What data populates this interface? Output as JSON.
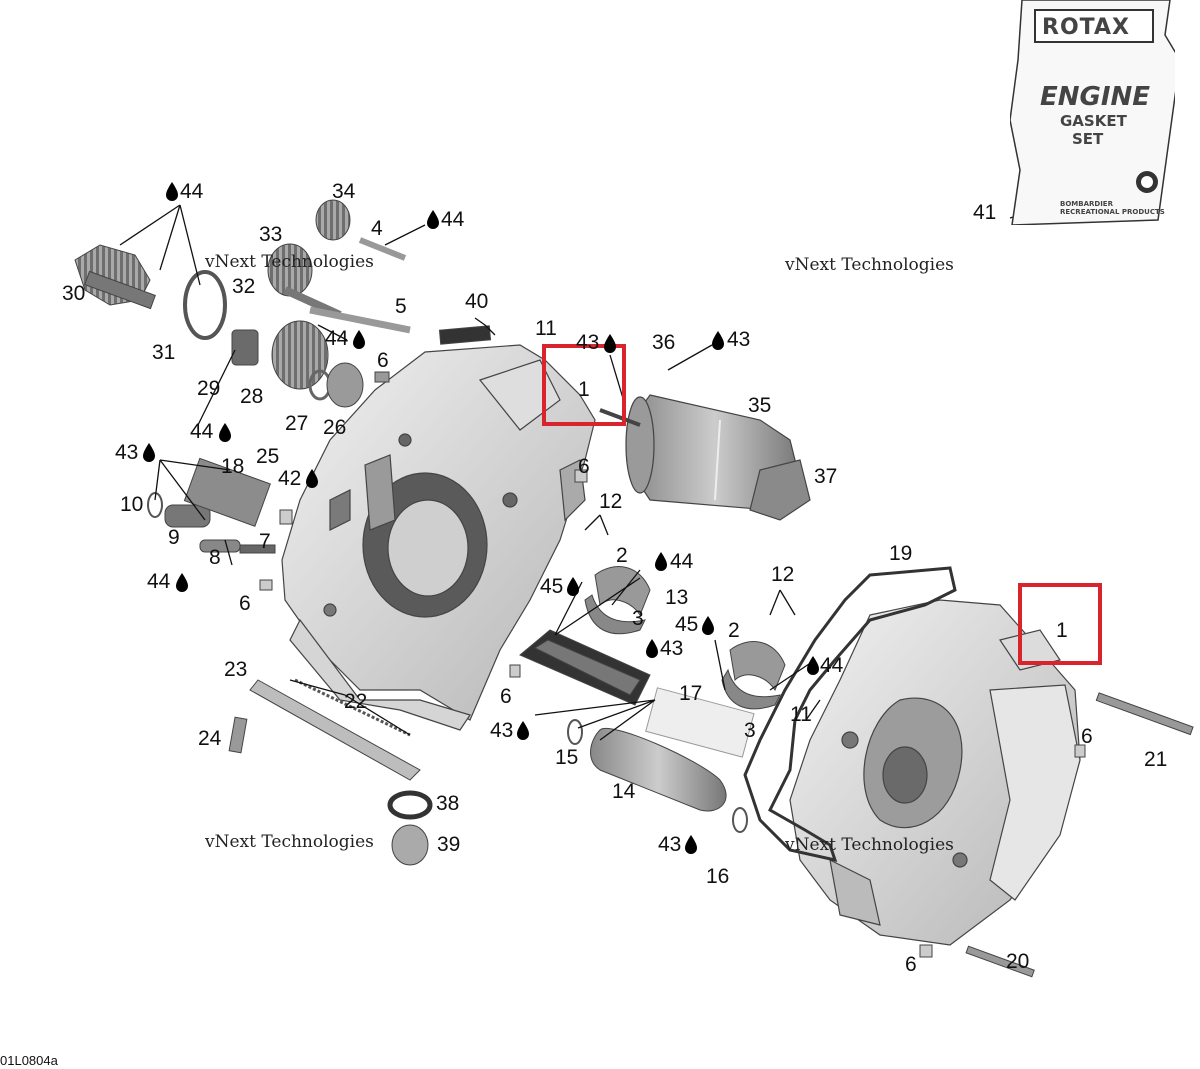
{
  "figure_code": "01L0804a",
  "watermark": {
    "line1": "vNext Technologies",
    "line2": "vNext Technologies"
  },
  "gasket_set": {
    "brand": "ROTAX",
    "line1": "ENGINE",
    "line2": "GASKET",
    "line3": "SET",
    "footer1": "BOMBARDIER",
    "footer2": "RECREATIONAL PRODUCTS"
  },
  "highlight": {
    "color": "#d8242c",
    "boxes": [
      {
        "label": "1"
      },
      {
        "label": "1"
      }
    ]
  },
  "callouts": [
    {
      "id": "c44a",
      "label": "44",
      "drop": true
    },
    {
      "id": "c34",
      "label": "34",
      "drop": false
    },
    {
      "id": "c4",
      "label": "4",
      "drop": false
    },
    {
      "id": "c44b",
      "label": "44",
      "drop": true
    },
    {
      "id": "c33",
      "label": "33",
      "drop": false
    },
    {
      "id": "c30",
      "label": "30",
      "drop": false
    },
    {
      "id": "c32",
      "label": "32",
      "drop": false
    },
    {
      "id": "c5",
      "label": "5",
      "drop": false
    },
    {
      "id": "c40",
      "label": "40",
      "drop": false
    },
    {
      "id": "c11a",
      "label": "11",
      "drop": false
    },
    {
      "id": "c43a",
      "label": "43",
      "drop": true
    },
    {
      "id": "c36",
      "label": "36",
      "drop": false
    },
    {
      "id": "c43b",
      "label": "43",
      "drop": true
    },
    {
      "id": "c31",
      "label": "31",
      "drop": false
    },
    {
      "id": "c44c",
      "label": "44",
      "drop": true
    },
    {
      "id": "c6a",
      "label": "6",
      "drop": false
    },
    {
      "id": "c29",
      "label": "29",
      "drop": false
    },
    {
      "id": "c28",
      "label": "28",
      "drop": false
    },
    {
      "id": "c35",
      "label": "35",
      "drop": false
    },
    {
      "id": "c44d",
      "label": "44",
      "drop": true
    },
    {
      "id": "c27",
      "label": "27",
      "drop": false
    },
    {
      "id": "c26",
      "label": "26",
      "drop": false
    },
    {
      "id": "c43c",
      "label": "43",
      "drop": true
    },
    {
      "id": "c18",
      "label": "18",
      "drop": false
    },
    {
      "id": "c25",
      "label": "25",
      "drop": false
    },
    {
      "id": "c42",
      "label": "42",
      "drop": true
    },
    {
      "id": "c6b",
      "label": "6",
      "drop": false
    },
    {
      "id": "c37",
      "label": "37",
      "drop": false
    },
    {
      "id": "c10",
      "label": "10",
      "drop": false
    },
    {
      "id": "c12a",
      "label": "12",
      "drop": false
    },
    {
      "id": "c9",
      "label": "9",
      "drop": false
    },
    {
      "id": "c7",
      "label": "7",
      "drop": false
    },
    {
      "id": "c2a",
      "label": "2",
      "drop": false
    },
    {
      "id": "c44e",
      "label": "44",
      "drop": true
    },
    {
      "id": "c19",
      "label": "19",
      "drop": false
    },
    {
      "id": "c8",
      "label": "8",
      "drop": false
    },
    {
      "id": "c44f",
      "label": "44",
      "drop": true
    },
    {
      "id": "c45a",
      "label": "45",
      "drop": true
    },
    {
      "id": "c12b",
      "label": "12",
      "drop": false
    },
    {
      "id": "c6c",
      "label": "6",
      "drop": false
    },
    {
      "id": "c13",
      "label": "13",
      "drop": false
    },
    {
      "id": "c3a",
      "label": "3",
      "drop": false
    },
    {
      "id": "c45b",
      "label": "45",
      "drop": true
    },
    {
      "id": "c2b",
      "label": "2",
      "drop": false
    },
    {
      "id": "c43d",
      "label": "43",
      "drop": true
    },
    {
      "id": "c44g",
      "label": "44",
      "drop": true
    },
    {
      "id": "c23",
      "label": "23",
      "drop": false
    },
    {
      "id": "c6d",
      "label": "6",
      "drop": false
    },
    {
      "id": "c17",
      "label": "17",
      "drop": false
    },
    {
      "id": "c22",
      "label": "22",
      "drop": false
    },
    {
      "id": "c11b",
      "label": "11",
      "drop": false
    },
    {
      "id": "c24",
      "label": "24",
      "drop": false
    },
    {
      "id": "c43e",
      "label": "43",
      "drop": true
    },
    {
      "id": "c3b",
      "label": "3",
      "drop": false
    },
    {
      "id": "c6e",
      "label": "6",
      "drop": false
    },
    {
      "id": "c15",
      "label": "15",
      "drop": false
    },
    {
      "id": "c21",
      "label": "21",
      "drop": false
    },
    {
      "id": "c14",
      "label": "14",
      "drop": false
    },
    {
      "id": "c38",
      "label": "38",
      "drop": false
    },
    {
      "id": "c43f",
      "label": "43",
      "drop": true
    },
    {
      "id": "c39",
      "label": "39",
      "drop": false
    },
    {
      "id": "c16",
      "label": "16",
      "drop": false
    },
    {
      "id": "c41",
      "label": "41",
      "drop": false
    },
    {
      "id": "c20",
      "label": "20",
      "drop": false
    },
    {
      "id": "c6f",
      "label": "6",
      "drop": false
    }
  ]
}
